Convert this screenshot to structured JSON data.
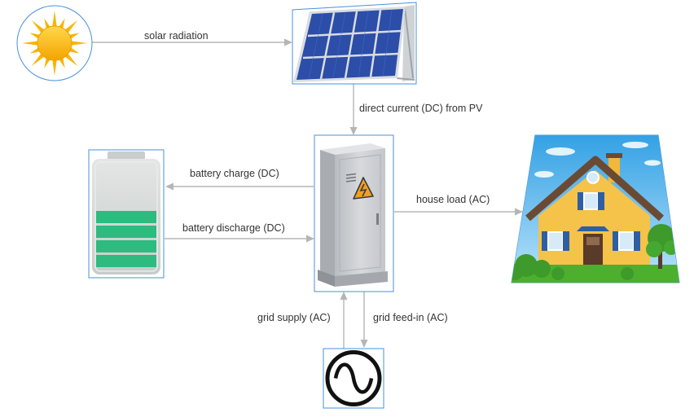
{
  "labels": {
    "solar_radiation": "solar radiation",
    "dc_from_pv": "direct current (DC) from PV",
    "battery_charge": "battery charge (DC)",
    "battery_discharge": "battery discharge (DC)",
    "house_load": "house load (AC)",
    "grid_supply": "grid supply (AC)",
    "grid_feed_in": "grid feed-in (AC)"
  },
  "colors": {
    "connector": "#b5b5b5",
    "selection_border": "#4a90d9",
    "sun": "#f7b500",
    "panel": "#2f4fa8",
    "battery_level": "#2dbb7f",
    "cabinet": "#c9cbcf",
    "house_wall": "#f5c24a",
    "house_roof": "#6b4a34",
    "sky": "#5fb9ec",
    "grass": "#4caf2e"
  },
  "icons": {
    "sun": "sun-icon",
    "pv": "solar-panel-icon",
    "battery": "battery-icon",
    "inverter": "inverter-cabinet-icon",
    "house": "house-icon",
    "grid": "ac-grid-icon"
  },
  "battery": {
    "charge_segments": 4
  }
}
